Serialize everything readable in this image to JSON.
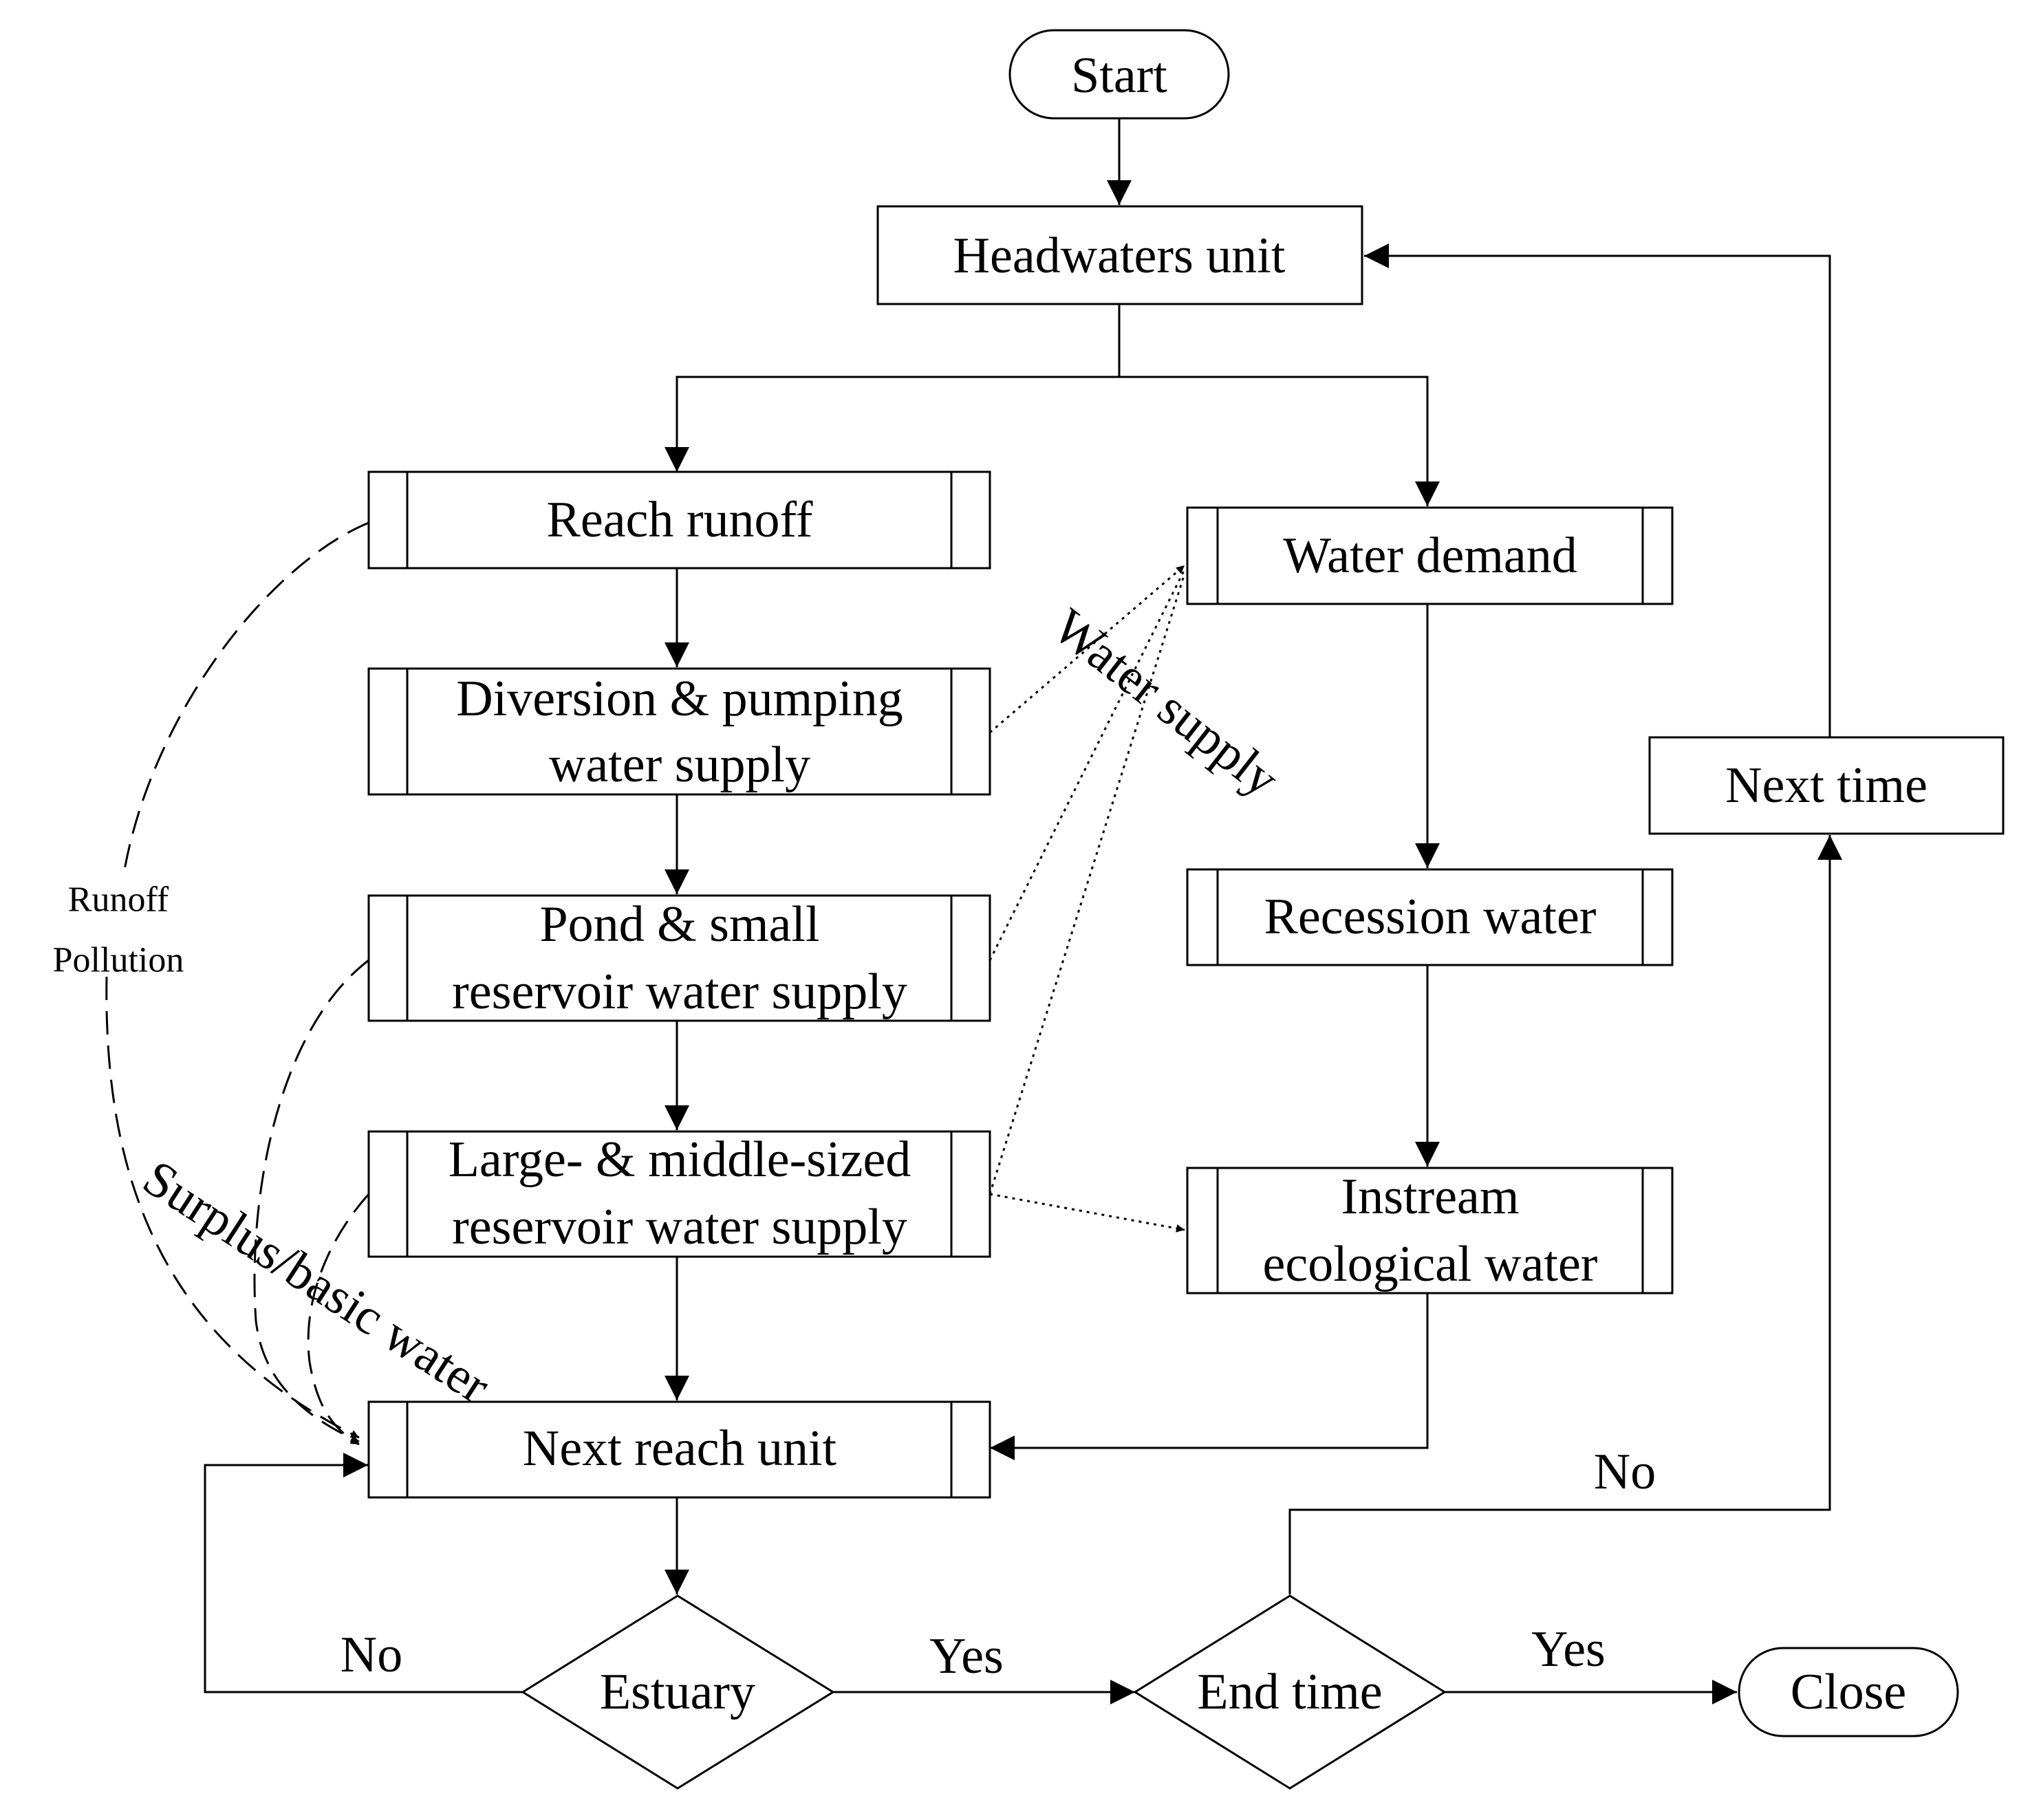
{
  "nodes": {
    "start": "Start",
    "headwaters": "Headwaters unit",
    "reach_runoff": "Reach runoff",
    "diversion": [
      "Diversion & pumping",
      "water supply"
    ],
    "pond": [
      "Pond & small",
      "reservoir water supply"
    ],
    "large": [
      "Large- & middle-sized",
      "reservoir water supply"
    ],
    "next_reach": "Next reach unit",
    "water_demand": "Water demand",
    "recession": "Recession water",
    "instream": [
      "Instream",
      "ecological water"
    ],
    "next_time": "Next time",
    "estuary": "Estuary",
    "end_time": "End time",
    "close": "Close"
  },
  "labels": {
    "runoff_pollution": [
      "Runoff",
      "Pollution"
    ],
    "water_supply": "Water supply",
    "surplus_basic": "Surplus/basic water",
    "estuary_no": "No",
    "estuary_yes": "Yes",
    "end_yes": "Yes",
    "end_no": "No"
  }
}
